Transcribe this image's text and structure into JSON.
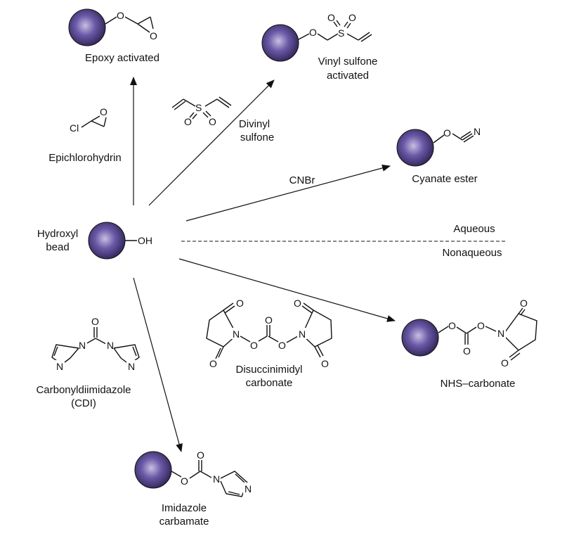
{
  "colors": {
    "bead_center": "#c9bfe0",
    "bead_mid": "#6a5aa8",
    "bead_edge": "#2e2152",
    "line": "#111111",
    "background": "#ffffff"
  },
  "center": {
    "label_line1": "Hydroxyl",
    "label_line2": "bead",
    "group": "OH"
  },
  "products": {
    "epoxy": {
      "label": "Epoxy activated"
    },
    "vinyl_sulfone": {
      "label_line1": "Vinyl sulfone",
      "label_line2": "activated"
    },
    "cyanate": {
      "label": "Cyanate ester"
    },
    "nhs_carbonate": {
      "label": "NHS–carbonate"
    },
    "imidazole_carbamate": {
      "label_line1": "Imidazole",
      "label_line2": "carbamate"
    }
  },
  "reagents": {
    "epichlorohydrin": {
      "label": "Epichlorohydrin"
    },
    "divinyl_sulfone": {
      "label_line1": "Divinyl",
      "label_line2": "sulfone"
    },
    "cnbr": {
      "label": "CNBr"
    },
    "dsc": {
      "label_line1": "Disuccinimidyl",
      "label_line2": "carbonate"
    },
    "cdi": {
      "label_line1": "Carbonyldiimidazole",
      "label_line2": "(CDI)"
    }
  },
  "conditions": {
    "aqueous": "Aqueous",
    "nonaqueous": "Nonaqueous"
  },
  "atoms": {
    "O": "O",
    "N": "N",
    "S": "S",
    "Cl": "Cl"
  }
}
